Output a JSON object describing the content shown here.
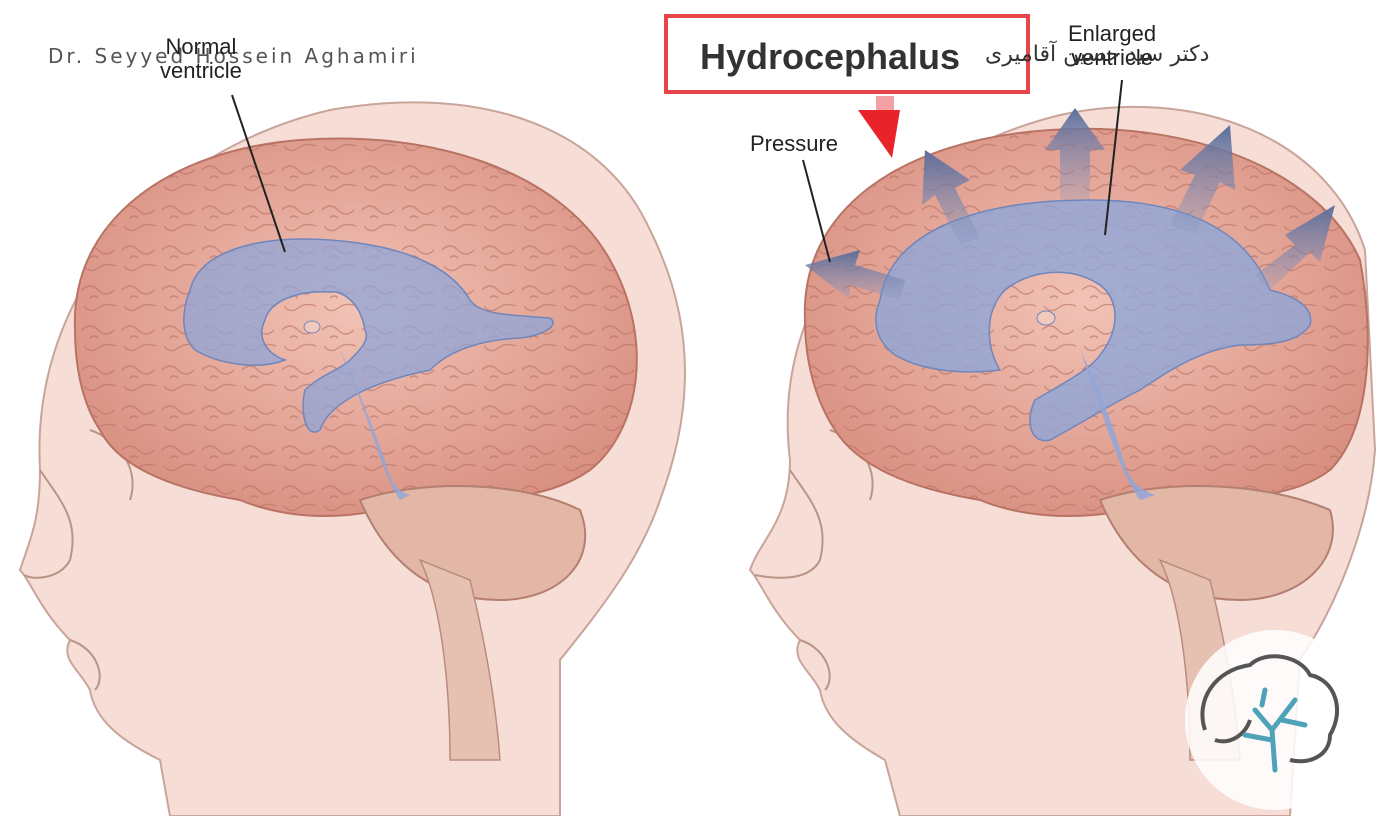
{
  "title": "Hydrocephalus",
  "watermark_en": "Dr. Seyyed Hossein Aghamiri",
  "watermark_fa": "دکتر سید حسین آقامیری",
  "labels": {
    "normal_line1": "Normal",
    "normal_line2": "ventricle",
    "enlarged_line1": "Enlarged",
    "enlarged_line2": "ventricle",
    "pressure": "Pressure"
  },
  "colors": {
    "title_border": "#e8454a",
    "pointer": "#e8232a",
    "skin": "#f5dcd3",
    "brain": "#e7a99a",
    "ventricle": "#8fa6d8",
    "pressure_arrow": "#6f7ea8",
    "logo": "#4fa3b8"
  },
  "icons": [
    "red-pointer-arrow-icon",
    "pressure-arrow-icon",
    "brain-logo-icon"
  ]
}
